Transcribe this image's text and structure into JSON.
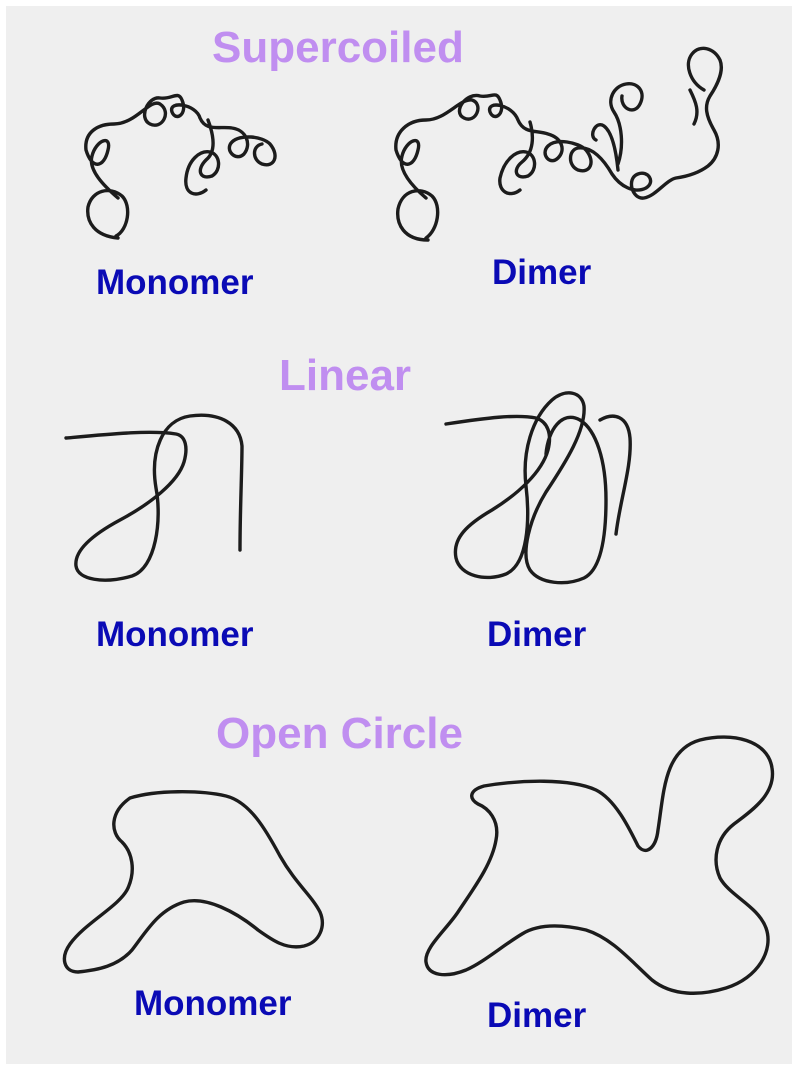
{
  "colors": {
    "heading": "#c08ef0",
    "label": "#0a0ab5",
    "strand": "#1c1c1c",
    "background": "#efefef"
  },
  "sections": [
    {
      "title": "Supercoiled",
      "left_label": "Monomer",
      "right_label": "Dimer"
    },
    {
      "title": "Linear",
      "left_label": "Monomer",
      "right_label": "Dimer"
    },
    {
      "title": "Open Circle",
      "left_label": "Monomer",
      "right_label": "Dimer"
    }
  ]
}
